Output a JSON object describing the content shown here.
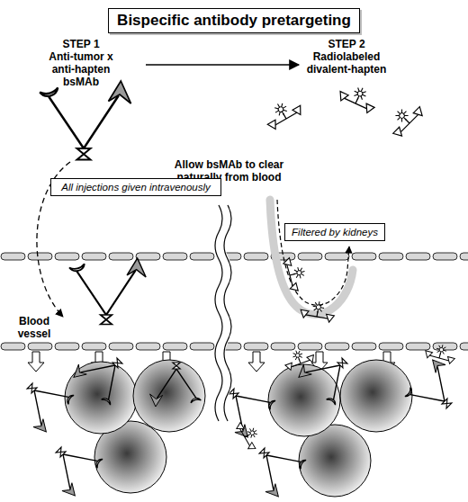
{
  "diagram": {
    "title": "Bispecific antibody pretargeting",
    "nodes": [
      {
        "text": [
          "All injections given intravenously"
        ]
      },
      {
        "text": [
          "Filtered by kidneys"
        ]
      }
    ],
    "labels": [
      "STEP 1",
      "Anti-tumor x anti-hapten bsMAb",
      "STEP 2",
      "Radiolabeled divalent-hapten",
      "Allow bsMAb to clear naturally from blood",
      "Blood vessel"
    ]
  }
}
